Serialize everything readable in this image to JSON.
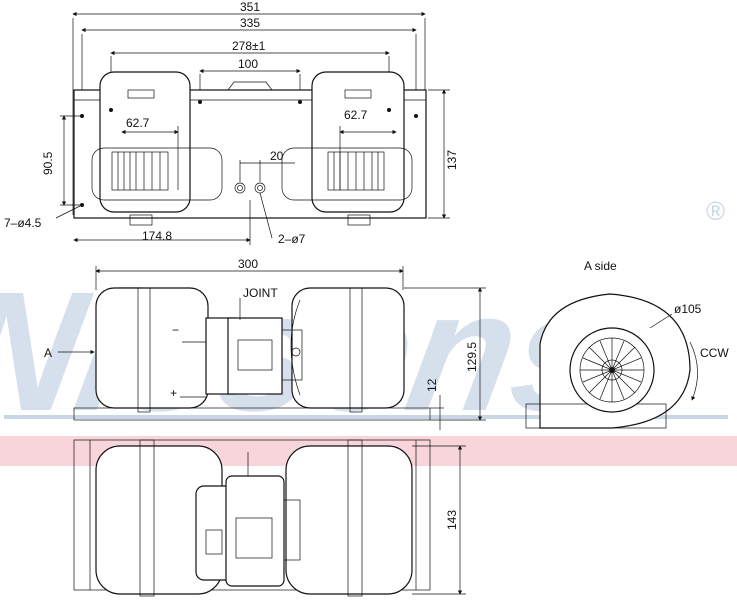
{
  "watermark": {
    "text": "Nissens",
    "mark": "®",
    "color": "#c9d6e6",
    "band_color": "#f4c7cf"
  },
  "top_view": {
    "dim_overall": "351",
    "dim_width": "335",
    "dim_holes": "278±1",
    "dim_center": "100",
    "dim_left_fan": "62.7",
    "dim_right_fan": "62.7",
    "dim_vertical": "90.5",
    "dim_height": "137",
    "dim_pin_spacing": "20",
    "dim_offset": "174.8",
    "note_holes": "7–ø4.5",
    "note_pins": "2–ø7"
  },
  "front_view": {
    "dim_width": "300",
    "dim_height": "129.5",
    "dim_base": "12",
    "label_joint": "JOINT",
    "label_minus": "−",
    "label_plus": "+",
    "arrow_label": "A"
  },
  "side_view": {
    "title": "A side",
    "dim_diameter": "ø105",
    "rotation": "CCW"
  },
  "bottom_view": {
    "dim_height": "143"
  }
}
